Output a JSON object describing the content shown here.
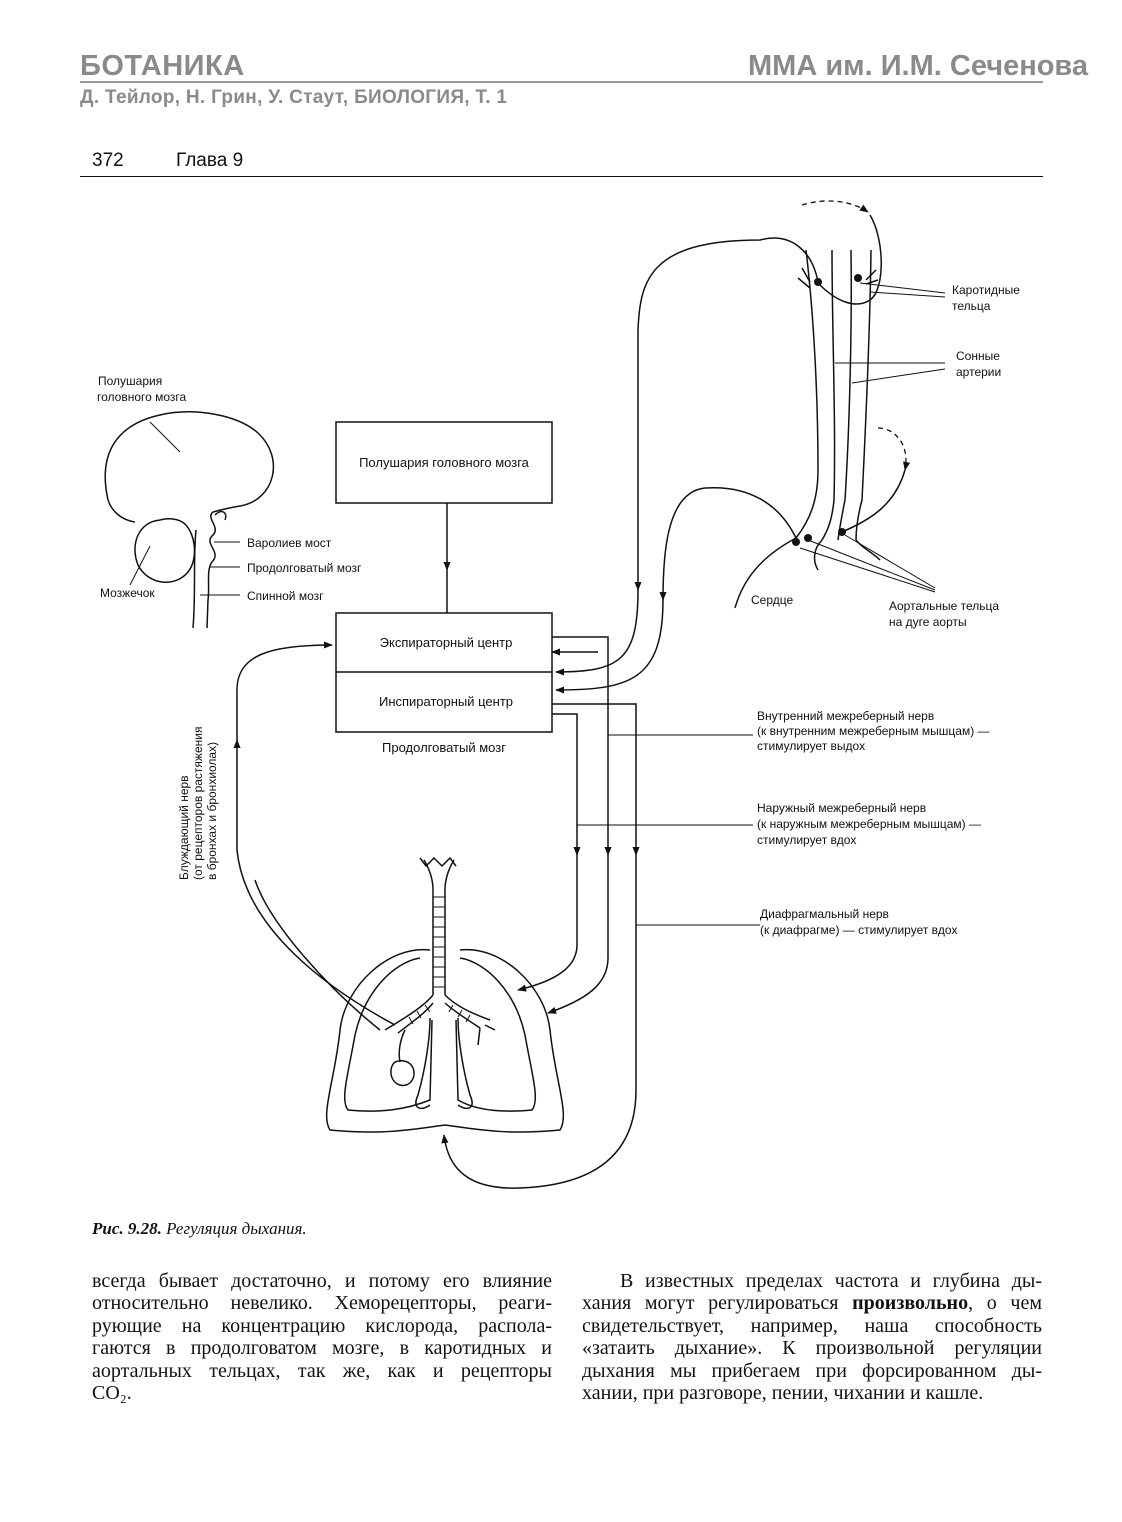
{
  "header": {
    "subject": "БОТАНИКА",
    "institution": "ММА им. И.М. Сеченова",
    "book": "Д. Тейлор, Н. Грин, У. Стаут,  БИОЛОГИЯ,  Т. 1"
  },
  "running_head": {
    "page_number": "372",
    "chapter": "Глава 9"
  },
  "figure": {
    "box_cerebrum": "Полушария головного мозга",
    "box_expiratory": "Экспираторный центр",
    "box_inspiratory": "Инспираторный центр",
    "medulla_caption": "Продолговатый мозг",
    "brain_hemispheres": [
      "Полушария",
      "головного мозга"
    ],
    "pons": "Варолиев мост",
    "medulla": "Продолговатый мозг",
    "spinal_cord": "Спинной мозг",
    "cerebellum": "Мозжечок",
    "carotid_bodies": [
      "Каротидные",
      "тельца"
    ],
    "carotid_arteries": [
      "Сонные",
      "артерии"
    ],
    "heart": "Сердце",
    "aortic_bodies": [
      "Аортальные тельца",
      "на дуге аорты"
    ],
    "internal_intercostal": [
      "Внутренний межреберный нерв",
      "(к внутренним межреберным мышцам) —",
      "стимулирует выдох"
    ],
    "external_intercostal": [
      "Наружный межреберный нерв",
      "(к наружным межреберным мышцам) —",
      "стимулирует вдох"
    ],
    "phrenic": [
      "Диафрагмальный нерв",
      "(к диафрагме) — стимулирует вдох"
    ],
    "vagus": [
      "Блуждающий нерв",
      "(от рецепторов растяжения",
      "в бронхах и бронхиолах)"
    ]
  },
  "caption": {
    "label": "Рис. 9.28.",
    "text": "Регуляция дыхания."
  },
  "body": {
    "left_column": [
      "всегда бывает достаточно, и потому его влияние",
      "относительно невелико. Хеморецепторы, реаги-",
      "рующие на концентрацию кислорода, распола-",
      "гаются в продолговатом мозге, в каротидных и",
      "аортальных тельцах, так же, как и рецепторы",
      "CO₂."
    ],
    "right_column": [
      "В известных пределах частота и глубина ды-",
      "хания могут регулироваться",
      "произвольно",
      ", о чем",
      "свидетельствует, например, наша способность",
      "«затаить дыхание». К произвольной регуляции",
      "дыхания мы прибегаем при форсированном ды-",
      "хании, при разговоре, пении, чихании и кашле."
    ]
  }
}
